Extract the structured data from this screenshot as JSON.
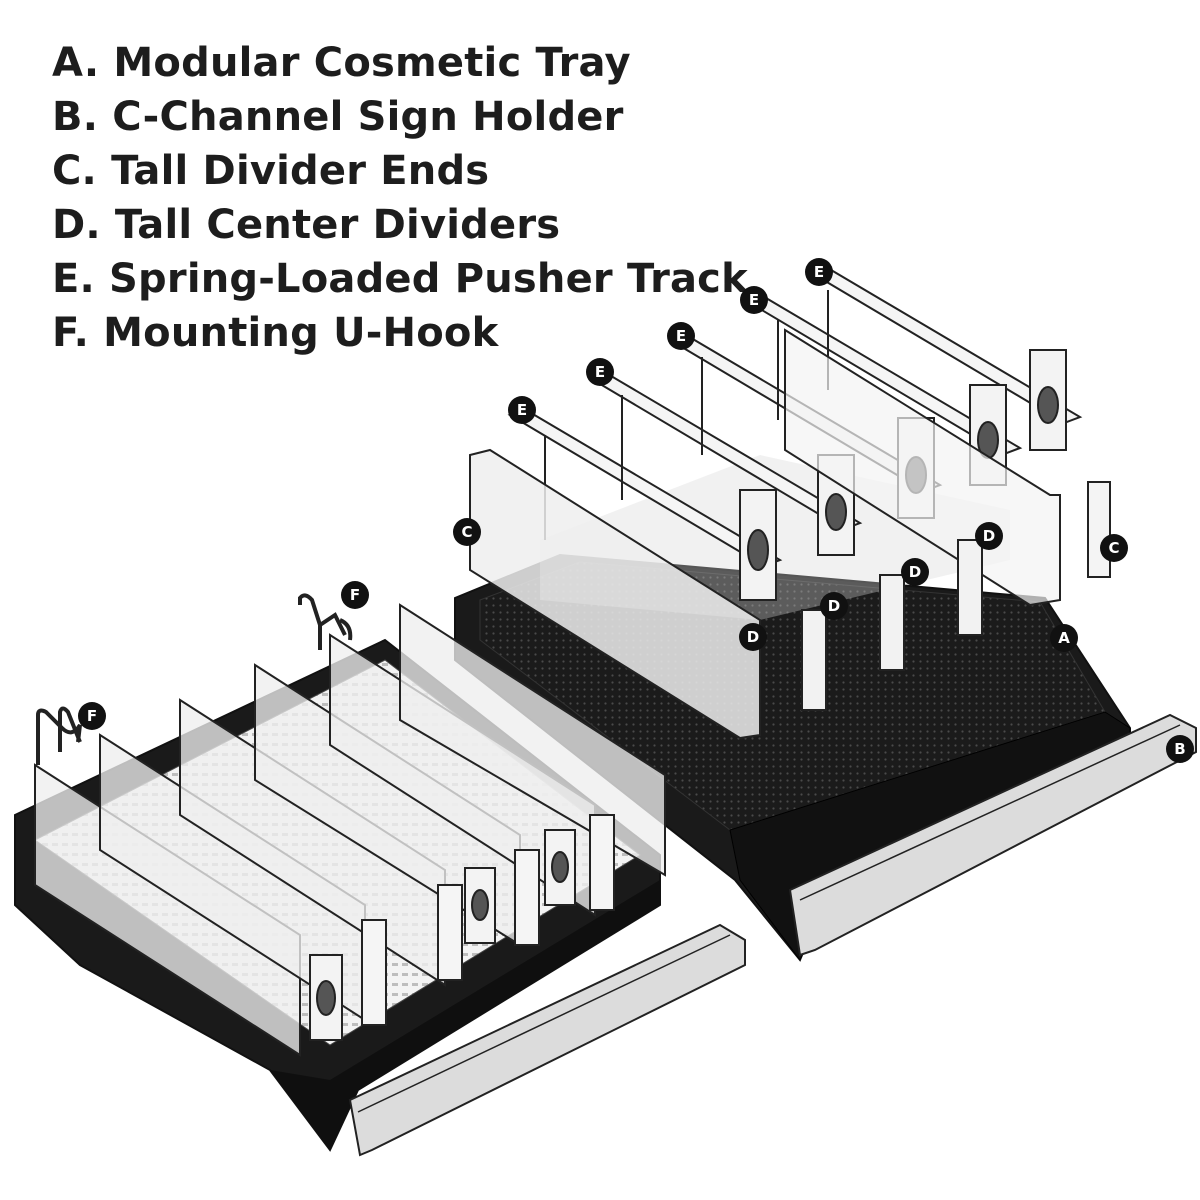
{
  "legend": [
    {
      "letter": "A",
      "text": "A. Modular Cosmetic Tray"
    },
    {
      "letter": "B",
      "text": "B. C-Channel Sign Holder"
    },
    {
      "letter": "C",
      "text": "C. Tall Divider Ends"
    },
    {
      "letter": "D",
      "text": "D. Tall Center Dividers"
    },
    {
      "letter": "E",
      "text": "E. Spring-Loaded Pusher Track"
    },
    {
      "letter": "F",
      "text": "F. Mounting U-Hook"
    }
  ],
  "callouts": {
    "a": "A",
    "b": "B",
    "c": "C",
    "d": "D",
    "e": "E",
    "f": "F"
  },
  "colors": {
    "tray": "#1a1a1a",
    "divider_fill": "#eeeeee",
    "outline": "#222222",
    "badge": "#111111"
  }
}
